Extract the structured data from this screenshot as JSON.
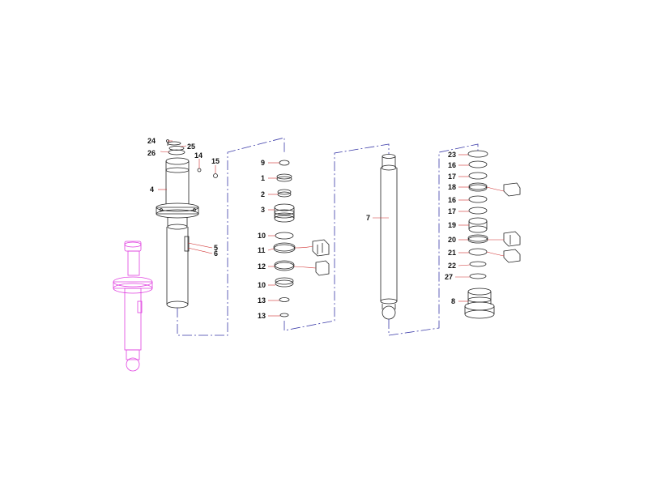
{
  "diagram": {
    "line_color": "#222222",
    "dash_color": "#3a3aa8",
    "leader_color": "#d03030",
    "ghost_color": "#e040e0",
    "callouts": [
      {
        "id": "c24",
        "text": "24"
      },
      {
        "id": "c25",
        "text": "25"
      },
      {
        "id": "c26",
        "text": "26"
      },
      {
        "id": "c14",
        "text": "14"
      },
      {
        "id": "c15",
        "text": "15"
      },
      {
        "id": "c4",
        "text": "4"
      },
      {
        "id": "c5",
        "text": "5"
      },
      {
        "id": "c6",
        "text": "6"
      },
      {
        "id": "c9",
        "text": "9"
      },
      {
        "id": "c1",
        "text": "1"
      },
      {
        "id": "c2",
        "text": "2"
      },
      {
        "id": "c3",
        "text": "3"
      },
      {
        "id": "c10a",
        "text": "10"
      },
      {
        "id": "c11",
        "text": "11"
      },
      {
        "id": "c12",
        "text": "12"
      },
      {
        "id": "c10b",
        "text": "10"
      },
      {
        "id": "c13a",
        "text": "13"
      },
      {
        "id": "c13b",
        "text": "13"
      },
      {
        "id": "c7",
        "text": "7"
      },
      {
        "id": "c23",
        "text": "23"
      },
      {
        "id": "c16a",
        "text": "16"
      },
      {
        "id": "c17a",
        "text": "17"
      },
      {
        "id": "c18",
        "text": "18"
      },
      {
        "id": "c16b",
        "text": "16"
      },
      {
        "id": "c17b",
        "text": "17"
      },
      {
        "id": "c19",
        "text": "19"
      },
      {
        "id": "c20",
        "text": "20"
      },
      {
        "id": "c21",
        "text": "21"
      },
      {
        "id": "c22",
        "text": "22"
      },
      {
        "id": "c27",
        "text": "27"
      },
      {
        "id": "c8",
        "text": "8"
      }
    ]
  }
}
